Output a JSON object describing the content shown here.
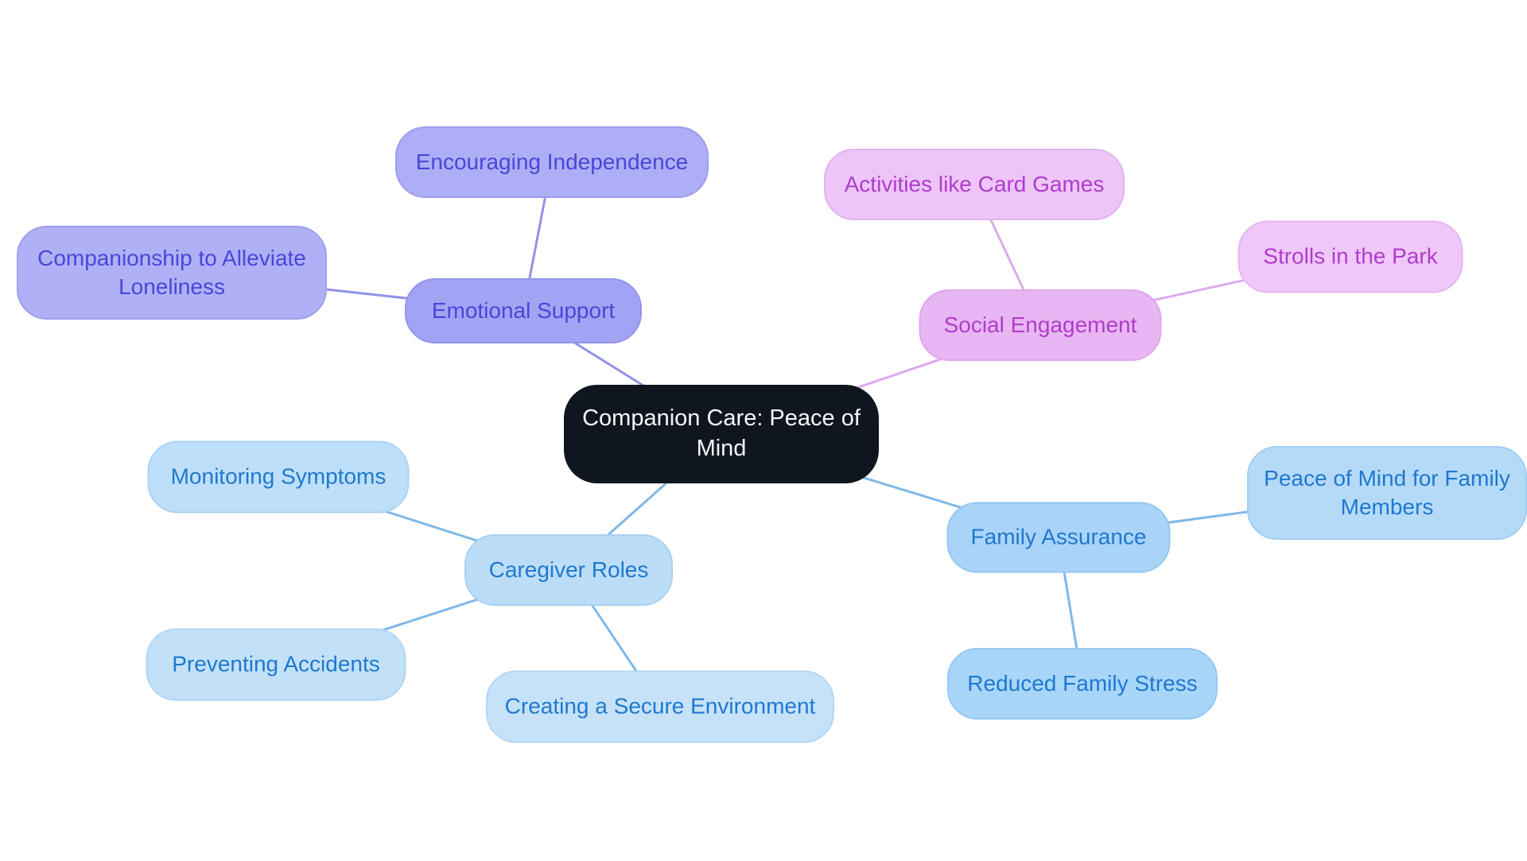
{
  "palette": {
    "background": "#ffffff",
    "central_bg": "#10161f",
    "central_text": "#f5f7fa",
    "purple_node_bg": "#aeaef6",
    "purple_text": "#4a46d9",
    "purple_edge": "#9193e8",
    "pink_node_bg": "#edc5f8",
    "pink_text": "#b03ccc",
    "pink_edge": "#dcaaec",
    "blue_node_bg": "#bedff9",
    "blue_text": "#1f78cf",
    "blue_edge": "#7fb8e8"
  },
  "mindmap": {
    "root": {
      "label": "Companion Care: Peace of Mind"
    },
    "branches": [
      {
        "label": "Emotional Support",
        "color": "purple",
        "children": [
          "Encouraging Independence",
          "Companionship to Alleviate Loneliness"
        ]
      },
      {
        "label": "Social Engagement",
        "color": "pink",
        "children": [
          "Activities like Card Games",
          "Strolls in the Park"
        ]
      },
      {
        "label": "Family Assurance",
        "color": "blue",
        "children": [
          "Peace of Mind for Family Members",
          "Reduced Family Stress"
        ]
      },
      {
        "label": "Caregiver Roles",
        "color": "blue",
        "children": [
          "Monitoring Symptoms",
          "Preventing Accidents",
          "Creating a Secure Environment"
        ]
      }
    ]
  }
}
